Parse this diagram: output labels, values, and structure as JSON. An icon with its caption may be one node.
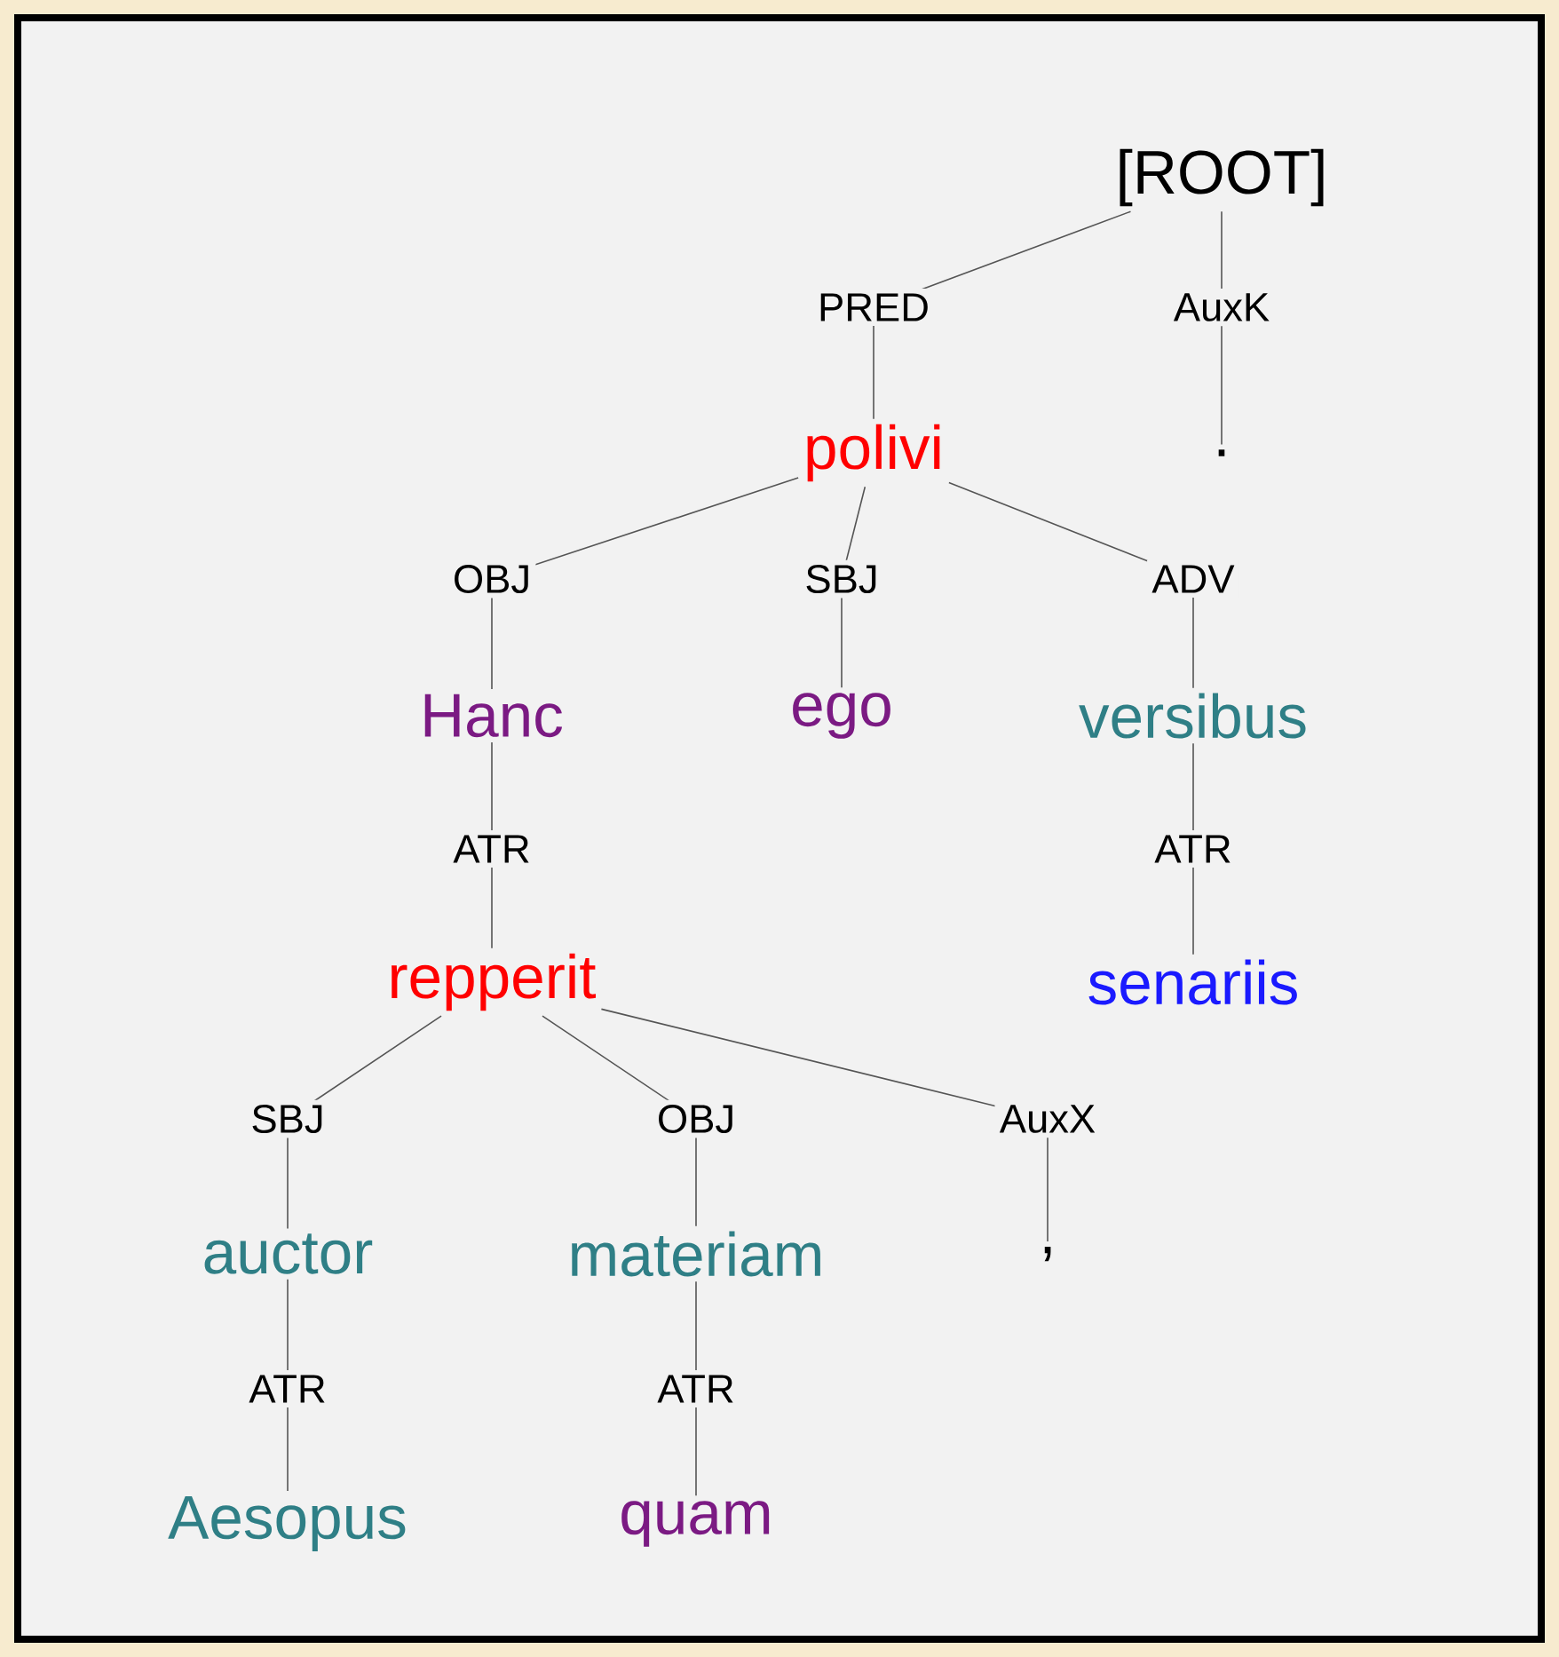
{
  "diagram": {
    "nodes": [
      {
        "text": [
          "[ROOT]"
        ]
      },
      {
        "text": [
          "polivi"
        ]
      },
      {
        "text": [
          "."
        ]
      },
      {
        "text": [
          "Hanc"
        ]
      },
      {
        "text": [
          "ego"
        ]
      },
      {
        "text": [
          "versibus"
        ]
      },
      {
        "text": [
          "senariis"
        ]
      },
      {
        "text": [
          "repperit"
        ]
      },
      {
        "text": [
          "auctor"
        ]
      },
      {
        "text": [
          "materiam"
        ]
      },
      {
        "text": [
          ","
        ]
      },
      {
        "text": [
          "Aesopus"
        ]
      },
      {
        "text": [
          "quam"
        ]
      }
    ],
    "edges": [
      {
        "from": 0,
        "to": 1,
        "arrow": "none",
        "label": "PRED"
      },
      {
        "from": 0,
        "to": 2,
        "arrow": "none",
        "label": "AuxK"
      },
      {
        "from": 1,
        "to": 3,
        "arrow": "none",
        "label": "OBJ"
      },
      {
        "from": 1,
        "to": 4,
        "arrow": "none",
        "label": "SBJ"
      },
      {
        "from": 1,
        "to": 5,
        "arrow": "none",
        "label": "ADV"
      },
      {
        "from": 3,
        "to": 7,
        "arrow": "none",
        "label": "ATR"
      },
      {
        "from": 5,
        "to": 6,
        "arrow": "none",
        "label": "ATR"
      },
      {
        "from": 7,
        "to": 8,
        "arrow": "none",
        "label": "SBJ"
      },
      {
        "from": 7,
        "to": 9,
        "arrow": "none",
        "label": "OBJ"
      },
      {
        "from": 7,
        "to": 10,
        "arrow": "none",
        "label": "AuxX"
      },
      {
        "from": 8,
        "to": 11,
        "arrow": "none",
        "label": "ATR"
      },
      {
        "from": 9,
        "to": 12,
        "arrow": "none",
        "label": "ATR"
      }
    ]
  }
}
